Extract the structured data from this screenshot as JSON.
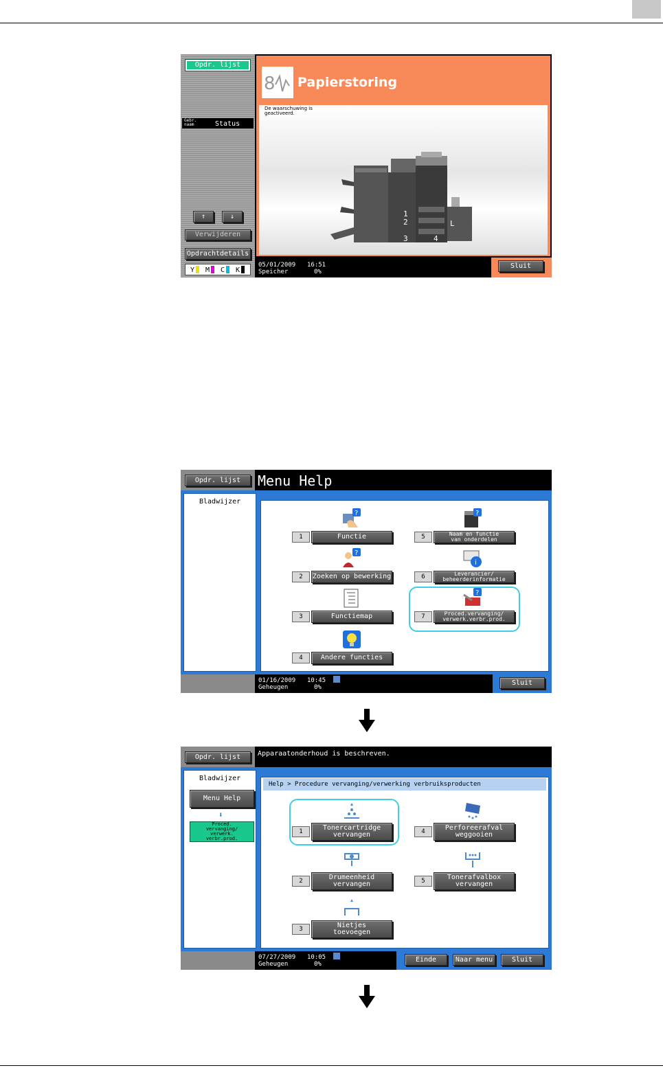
{
  "screen1": {
    "job_list_button": "Opdr. lijst",
    "user_label": "Gebr.\nnaam",
    "status_label": "Status",
    "delete_button": "Verwijderen",
    "job_details_button": "Opdrachtdetails",
    "toner_labels": [
      "Y",
      "M",
      "C",
      "K"
    ],
    "toner_colors": [
      "#f0e000",
      "#e000e0",
      "#00c0e0",
      "#000000"
    ],
    "alert_title": "Papierstoring",
    "alert_message": "De waarschuwing is\ngeactiveerd.",
    "machine_labels": [
      "1",
      "2",
      "3",
      "4",
      "L"
    ],
    "date": "05/01/2009",
    "time": "16:51",
    "memory_label": "Speicher",
    "memory_value": "0%",
    "close_button": "Sluit",
    "accent_color": "#f88a5a"
  },
  "screen2": {
    "job_list_button": "Opdr. lijst",
    "title": "Menu Help",
    "bookmark_tab": "Bladwijzer",
    "items": [
      {
        "num": "1",
        "label": "Functie",
        "icon": "hand-help-icon"
      },
      {
        "num": "2",
        "label": "Zoeken op bewerking",
        "icon": "person-help-icon"
      },
      {
        "num": "3",
        "label": "Functiemap",
        "icon": "tree-map-icon"
      },
      {
        "num": "4",
        "label": "Andere functies",
        "icon": "lightbulb-help-icon"
      },
      {
        "num": "5",
        "label": "Naam en functie\nvan onderdelen",
        "icon": "machine-help-icon"
      },
      {
        "num": "6",
        "label": "Leverancier/\nbeheerderinformatie",
        "icon": "info-card-icon"
      },
      {
        "num": "7",
        "label": "Proced.vervanging/\nverwerk.verbr.prod.",
        "icon": "toolbox-help-icon"
      }
    ],
    "date": "01/16/2009",
    "time": "10:45",
    "memory_label": "Geheugen",
    "memory_value": "0%",
    "close_button": "Sluit"
  },
  "screen3": {
    "job_list_button": "Opdr. lijst",
    "title": "Apparaatonderhoud is beschreven.",
    "bookmark_tab": "Bladwijzer",
    "nav_menu_help": "Menu Help",
    "nav_current": "Proced.\nvervanging/\nverwerk.\nverbr.prod.",
    "breadcrumb": "Help > Procedure vervanging/verwerking verbruiksproducten",
    "items": [
      {
        "num": "1",
        "label": "Tonercartridge\nvervangen",
        "icon": "toner-cartridge-icon"
      },
      {
        "num": "2",
        "label": "Drumeenheid\nvervangen",
        "icon": "drum-unit-icon"
      },
      {
        "num": "3",
        "label": "Nietjes\ntoevoegen",
        "icon": "staples-icon"
      },
      {
        "num": "4",
        "label": "Perforeerafval\nweggooien",
        "icon": "punch-waste-icon"
      },
      {
        "num": "5",
        "label": "Tonerafvalbox\nvervangen",
        "icon": "waste-toner-box-icon"
      }
    ],
    "date": "07/27/2009",
    "time": "10:05",
    "memory_label": "Geheugen",
    "memory_value": "0%",
    "end_button": "Einde",
    "menu_button": "Naar menu",
    "close_button": "Sluit"
  }
}
